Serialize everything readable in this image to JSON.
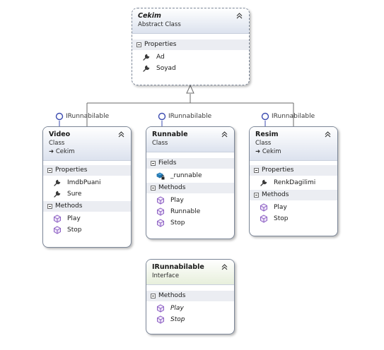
{
  "classes": {
    "cekim": {
      "name": "Cekim",
      "kind": "Abstract Class",
      "sections": {
        "properties": "Properties"
      },
      "properties": [
        {
          "name": "Ad",
          "icon": "wrench-icon"
        },
        {
          "name": "Soyad",
          "icon": "wrench-icon"
        }
      ]
    },
    "video": {
      "name": "Video",
      "kind": "Class",
      "parent": "Cekim",
      "lollipop": "IRunnabilable",
      "sections": {
        "properties": "Properties",
        "methods": "Methods"
      },
      "properties": [
        {
          "name": "ImdbPuani",
          "icon": "wrench-icon"
        },
        {
          "name": "Sure",
          "icon": "wrench-icon"
        }
      ],
      "methods": [
        {
          "name": "Play",
          "icon": "method-cube-icon"
        },
        {
          "name": "Stop",
          "icon": "method-cube-icon"
        }
      ]
    },
    "runnable": {
      "name": "Runnable",
      "kind": "Class",
      "lollipop": "IRunnabilable",
      "sections": {
        "fields": "Fields",
        "methods": "Methods"
      },
      "fields": [
        {
          "name": "_runnable",
          "icon": "private-field-icon"
        }
      ],
      "methods": [
        {
          "name": "Play",
          "icon": "method-cube-icon"
        },
        {
          "name": "Runnable",
          "icon": "method-cube-icon"
        },
        {
          "name": "Stop",
          "icon": "method-cube-icon"
        }
      ]
    },
    "resim": {
      "name": "Resim",
      "kind": "Class",
      "parent": "Cekim",
      "lollipop": "IRunnabilable",
      "sections": {
        "properties": "Properties",
        "methods": "Methods"
      },
      "properties": [
        {
          "name": "RenkDagilimi",
          "icon": "wrench-icon"
        }
      ],
      "methods": [
        {
          "name": "Play",
          "icon": "method-cube-icon"
        },
        {
          "name": "Stop",
          "icon": "method-cube-icon"
        }
      ]
    },
    "irunnabilable": {
      "name": "IRunnabilable",
      "kind": "Interface",
      "sections": {
        "methods": "Methods"
      },
      "methods": [
        {
          "name": "Play",
          "icon": "method-cube-icon"
        },
        {
          "name": "Stop",
          "icon": "method-cube-icon"
        }
      ]
    }
  },
  "colors": {
    "class_header": "#dce2ee",
    "interface_header": "#e7efdc",
    "border": "#7c8798",
    "lollipop": "#3b4bb0",
    "method_icon": "#8a5cc2",
    "wrench": "#3a3a3a"
  }
}
